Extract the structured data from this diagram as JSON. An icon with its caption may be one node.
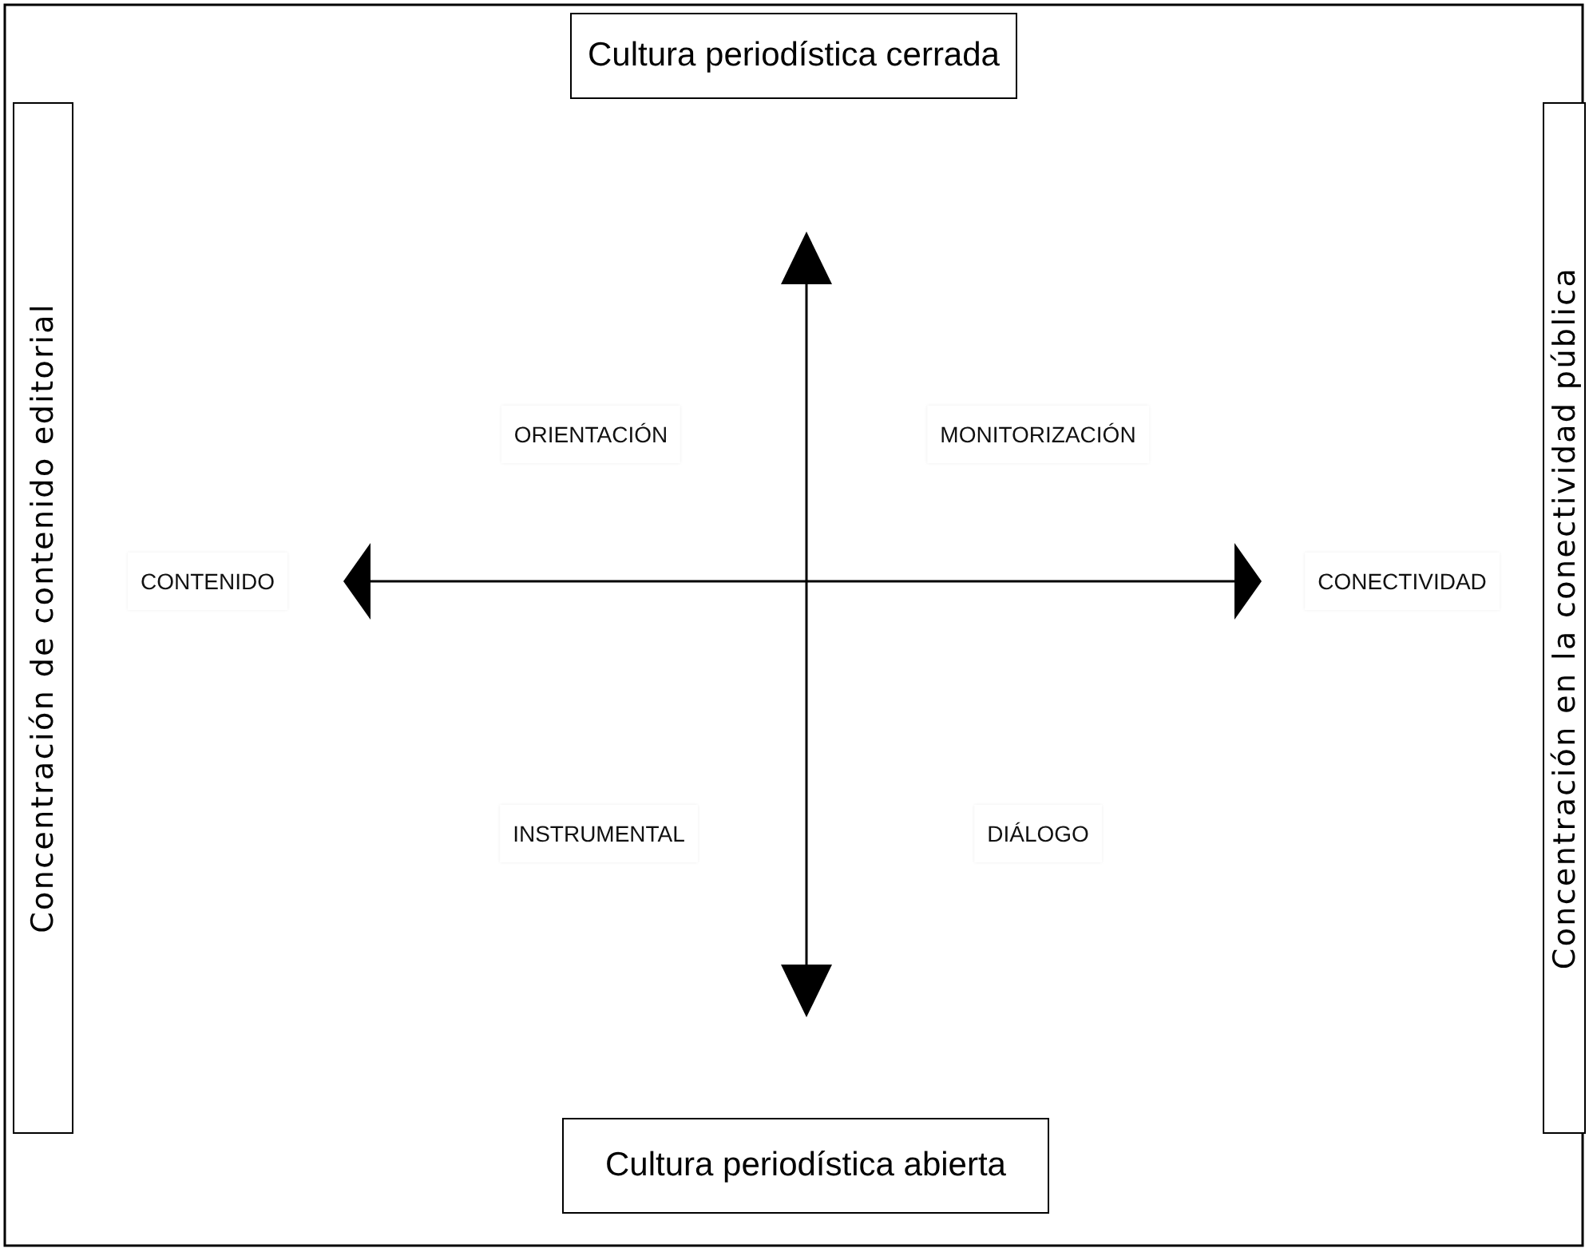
{
  "diagram": {
    "nodes": [
      {
        "text": [
          "Cultura periodística cerrada"
        ]
      },
      {
        "text": [
          "Concentración de contenido editorial"
        ]
      },
      {
        "text": [
          "Concentración en la conectividad pública"
        ]
      },
      {
        "text": [
          "Cultura periodística abierta"
        ]
      }
    ],
    "labels": [
      "ORIENTACIÓN",
      "MONITORIZACIÓN",
      "CONTENIDO",
      "CONECTIVIDAD",
      "INSTRUMENTAL",
      "DIÁLOGO"
    ]
  }
}
